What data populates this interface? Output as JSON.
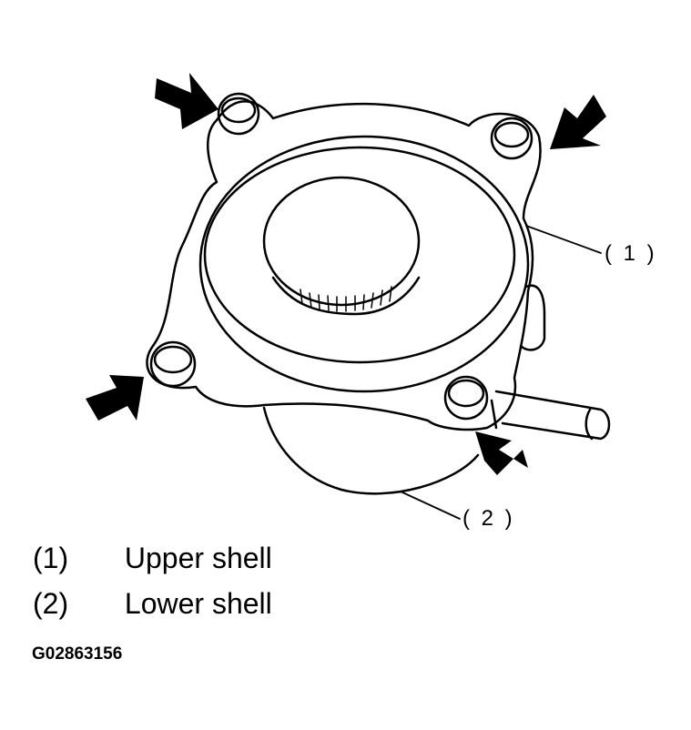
{
  "callouts": {
    "one": "( 1 )",
    "two": "( 2 )"
  },
  "legend": [
    {
      "number": "(1)",
      "label": "Upper shell"
    },
    {
      "number": "(2)",
      "label": "Lower shell"
    }
  ],
  "figure_id": "G02863156",
  "icons": [
    "arrow-icon",
    "bolt-icon"
  ],
  "colors": {
    "line": "#000000",
    "background": "#ffffff"
  }
}
